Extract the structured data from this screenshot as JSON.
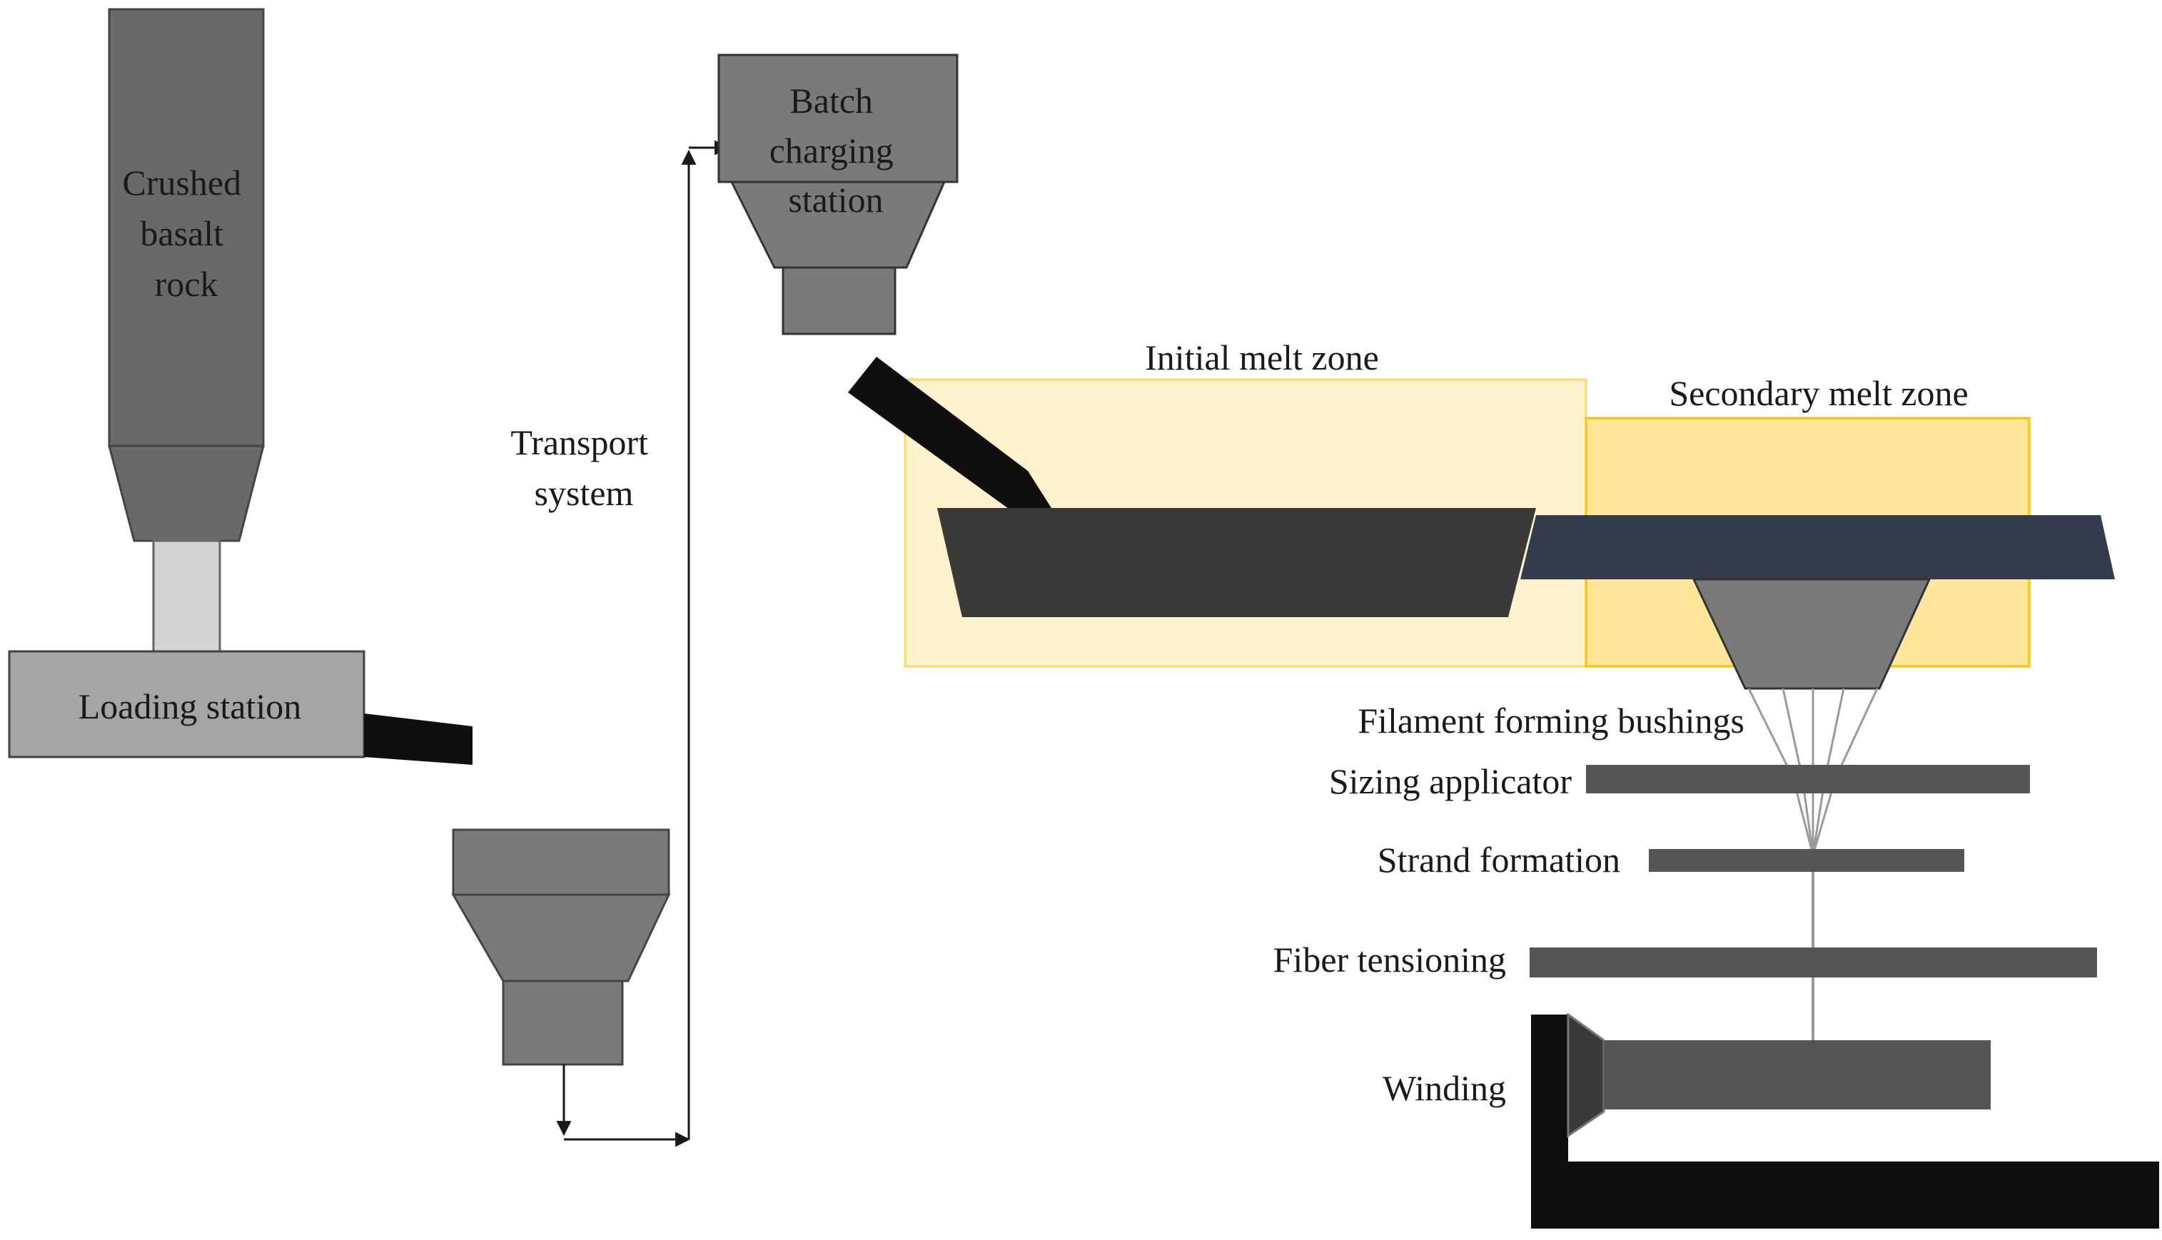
{
  "labels": {
    "crushed_rock": [
      "Crushed",
      "basalt",
      "rock"
    ],
    "loading_station": "Loading station",
    "transport_system": [
      "Transport",
      "system"
    ],
    "batch_charging": [
      "Batch",
      "charging",
      "station"
    ],
    "initial_melt_zone": "Initial melt zone",
    "secondary_melt_zone": "Secondary melt zone",
    "filament_forming_bushings": "Filament forming bushings",
    "sizing_applicator": "Sizing applicator",
    "strand_formation": "Strand formation",
    "fiber_tensioning": "Fiber tensioning",
    "winding": "Winding"
  },
  "colors": {
    "equipment_gray": "#7a7a7a",
    "silo_gray": "#6b6968",
    "light_gray": "#a7a5a4",
    "pale_gray": "#d4d4d4",
    "dark_charcoal": "#3b3a38",
    "navy_melt": "#333d4d",
    "black": "#0f0f0f",
    "initial_zone_fill": "#fff2cc",
    "initial_zone_edge": "#ffd966",
    "secondary_zone_fill": "#ffe699",
    "secondary_zone_edge": "#ffc000",
    "filament_line": "#9a9a9a",
    "line_bar": "#555555"
  }
}
